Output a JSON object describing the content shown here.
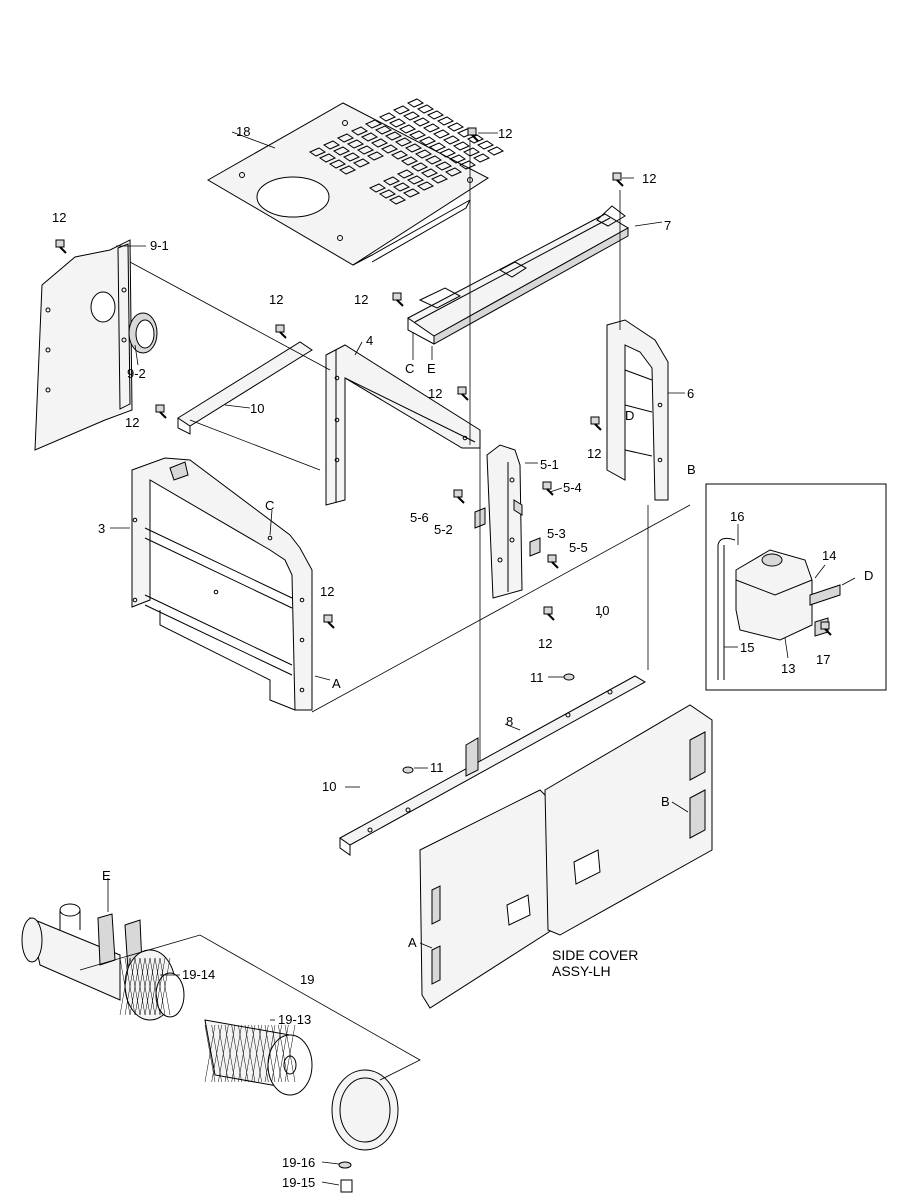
{
  "labels": {
    "l18": "18",
    "l12a": "12",
    "l12b": "12",
    "l12c": "12",
    "l12d": "12",
    "l12e": "12",
    "l12f": "12",
    "l12g": "12",
    "l12h": "12",
    "l12i": "12",
    "l12j": "12",
    "l7": "7",
    "l9_1": "9-1",
    "l9_2": "9-2",
    "l4": "4",
    "l10a": "10",
    "lC1": "C",
    "lE1": "E",
    "l6": "6",
    "lD1": "D",
    "lB1": "B",
    "l5_1": "5-1",
    "l5_4": "5-4",
    "l5_6": "5-6",
    "l5_2": "5-2",
    "l5_3": "5-3",
    "l5_5": "5-5",
    "l3": "3",
    "lC2": "C",
    "lA1": "A",
    "l10b": "10",
    "l11a": "11",
    "l8": "8",
    "l10c": "10",
    "l11b": "11",
    "lB2": "B",
    "lA2": "A",
    "l16": "16",
    "l14": "14",
    "lD2": "D",
    "l15": "15",
    "l13": "13",
    "l17": "17",
    "lE2": "E",
    "l19": "19",
    "l19_14": "19-14",
    "l19_13": "19-13",
    "l19_16": "19-16",
    "l19_15": "19-15"
  },
  "caption": {
    "line1": "SIDE COVER",
    "line2": "ASSY-LH"
  }
}
